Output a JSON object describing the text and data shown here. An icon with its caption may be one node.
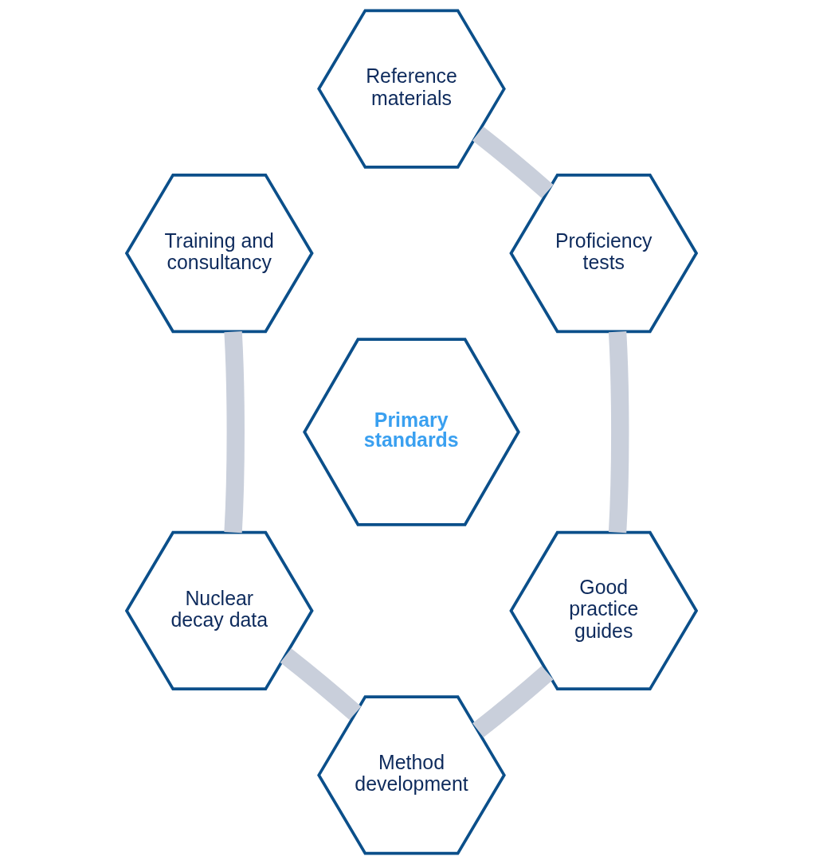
{
  "diagram": {
    "nodes": [
      {
        "text": [
          "Reference materials"
        ]
      },
      {
        "text": [
          "Training and consultancy"
        ]
      },
      {
        "text": [
          "Proficiency tests"
        ]
      },
      {
        "text": [
          "Primary standards"
        ]
      },
      {
        "text": [
          "Nuclear decay data"
        ]
      },
      {
        "text": [
          "Good practice guides"
        ]
      },
      {
        "text": [
          "Method development"
        ]
      }
    ],
    "edges": [
      {
        "from": 0,
        "to": 2,
        "arrow": "none"
      },
      {
        "from": 2,
        "to": 5,
        "arrow": "none"
      },
      {
        "from": 5,
        "to": 6,
        "arrow": "none"
      },
      {
        "from": 6,
        "to": 4,
        "arrow": "none"
      },
      {
        "from": 4,
        "to": 1,
        "arrow": "none"
      }
    ]
  }
}
